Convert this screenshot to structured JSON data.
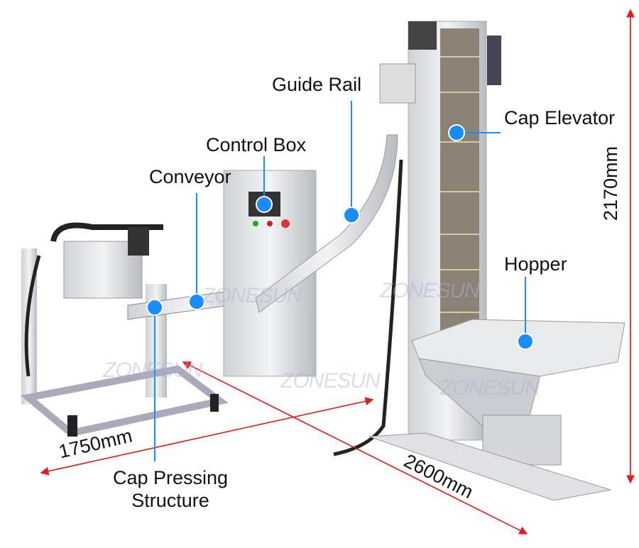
{
  "labels": {
    "guide_rail": "Guide Rail",
    "control_box": "Control Box",
    "conveyor": "Conveyor",
    "cap_elevator": "Cap Elevator",
    "hopper": "Hopper",
    "cap_pressing_1": "Cap Pressing",
    "cap_pressing_2": "Structure"
  },
  "dimensions": {
    "height": "2170mm",
    "width": "1750mm",
    "length": "2600mm"
  },
  "watermark": "ZONESUN",
  "colors": {
    "marker": "#1a8cff",
    "dimension": "#e02020"
  }
}
